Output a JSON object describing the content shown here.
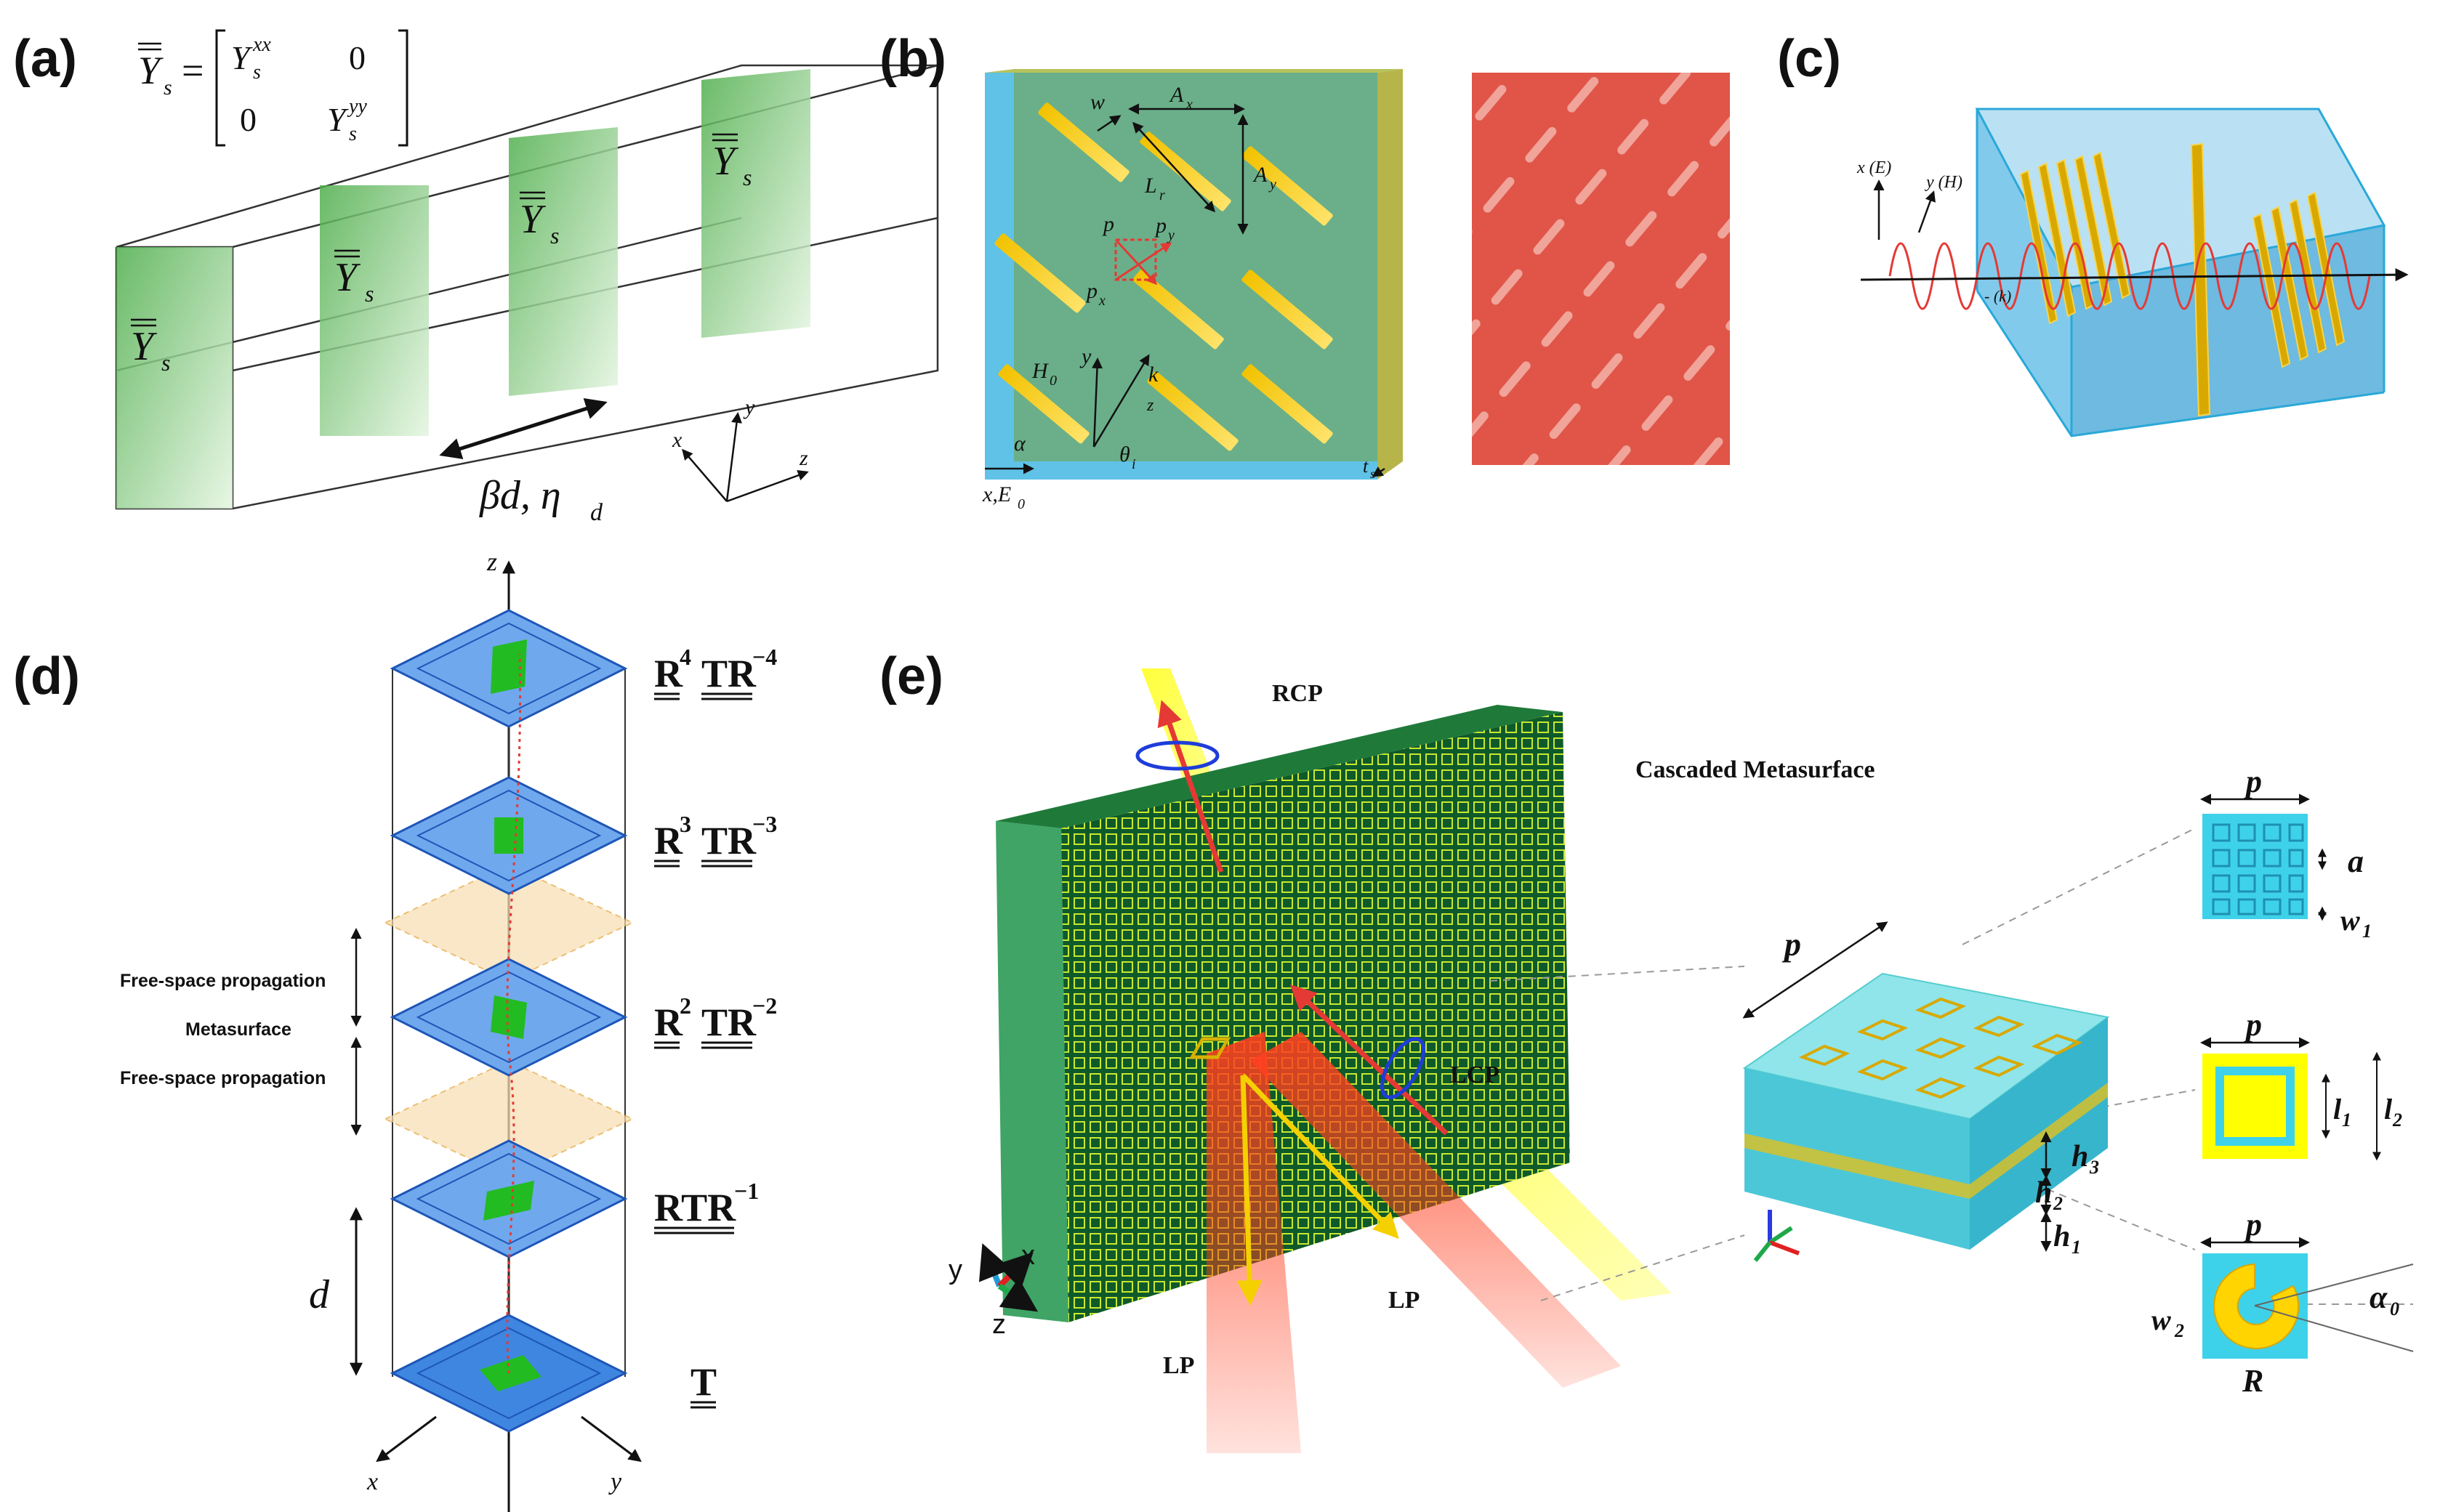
{
  "panels": {
    "a": {
      "label": "(a)",
      "admittance": {
        "symbol": "Y",
        "sub": "s",
        "m11": "Y",
        "m11sup": "xx",
        "m11sub": "s",
        "m12": "0",
        "m21": "0",
        "m22": "Y",
        "m22sup": "yy",
        "m22sub": "s"
      },
      "propagation_label": "βd, η",
      "propagation_sub": "d",
      "axes": {
        "x": "x",
        "y": "y",
        "z": "z"
      }
    },
    "b": {
      "label": "(b)",
      "dims": {
        "w": "w",
        "Ax": "A",
        "Ax_sub": "x",
        "Ay": "A",
        "Ay_sub": "y",
        "Lr": "L",
        "Lr_sub": "r",
        "p": "p",
        "py": "p",
        "py_sub": "y",
        "px": "p",
        "px_sub": "x",
        "H0": "H",
        "H0_sub": "0",
        "y": "y",
        "k": "k",
        "z": "z",
        "alpha": "α",
        "theta": "θ",
        "theta_sub": "i",
        "xE0": "x,E",
        "xE0_sub": "0",
        "ts": "t",
        "ts_sub": "s"
      }
    },
    "c": {
      "label": "(c)",
      "axes": {
        "xE": "x (E)",
        "yH": "y (H)",
        "k": "- (k)"
      }
    },
    "d": {
      "label": "(d)",
      "z": "z",
      "x": "x",
      "y": "y",
      "d": "d",
      "levels": [
        {
          "base": "R",
          "sup": "4",
          "mid": "TR",
          "sup2": "−4"
        },
        {
          "base": "R",
          "sup": "3",
          "mid": "TR",
          "sup2": "−3"
        },
        {
          "base": "R",
          "sup": "2",
          "mid": "TR",
          "sup2": "−2"
        },
        {
          "base": "RTR",
          "sup": "",
          "mid": "",
          "sup2": "−1"
        },
        {
          "base": "T",
          "sup": "",
          "mid": "",
          "sup2": ""
        }
      ],
      "notes": [
        "Free-space propagation",
        "Metasurface",
        "Free-space propagation"
      ]
    },
    "e": {
      "label": "(e)",
      "RCP": "RCP",
      "LCP": "LCP",
      "LP1": "LP",
      "LP2": "LP",
      "cascaded": "Cascaded Metasurface",
      "axes": {
        "x": "x",
        "y": "y",
        "z": "z"
      },
      "dims": {
        "p": "p",
        "a": "a",
        "w1": "w",
        "w1_sub": "1",
        "l1": "l",
        "l1_sub": "1",
        "l2": "l",
        "l2_sub": "2",
        "h1": "h",
        "h1_sub": "1",
        "h2": "h",
        "h2_sub": "2",
        "h3": "h",
        "h3_sub": "3",
        "w2": "w",
        "w2_sub": "2",
        "R": "R",
        "alpha0": "α",
        "alpha0_sub": "0"
      }
    }
  },
  "colors": {
    "green": "#7ed27a",
    "blue": "#4fb3e8",
    "gold": "#e6b800",
    "red": "#e53935",
    "yellow": "#ffff30"
  }
}
